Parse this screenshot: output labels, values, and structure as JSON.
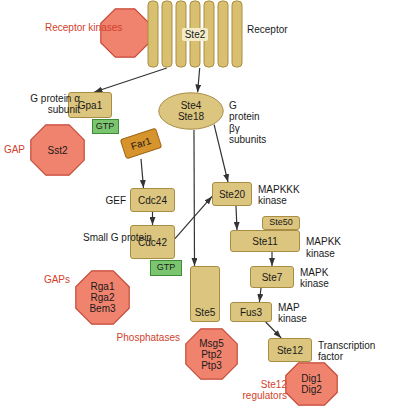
{
  "diagram": {
    "nodes": [
      {
        "text": [
          "Receptor kinases"
        ]
      },
      {
        "text": [
          "Ste2",
          "Receptor"
        ]
      },
      {
        "text": [
          "Gpa1",
          "G protein α subunit"
        ]
      },
      {
        "text": [
          "GTP"
        ]
      },
      {
        "text": [
          "Sst2",
          "GAP"
        ]
      },
      {
        "text": [
          "Ste4 Ste18",
          "G protein βγ subunits"
        ]
      },
      {
        "text": [
          "Far1"
        ]
      },
      {
        "text": [
          "Cdc24",
          "GEF"
        ]
      },
      {
        "text": [
          "Cdc42",
          "Small G protein"
        ]
      },
      {
        "text": [
          "GTP"
        ]
      },
      {
        "text": [
          "Rga1 Rga2 Bem3",
          "GAPs"
        ]
      },
      {
        "text": [
          "Ste20",
          "MAPKKK kinase"
        ]
      },
      {
        "text": [
          "Ste50"
        ]
      },
      {
        "text": [
          "Ste11",
          "MAPKK kinase"
        ]
      },
      {
        "text": [
          "Ste7",
          "MAPK kinase"
        ]
      },
      {
        "text": [
          "Fus3",
          "MAP kinase"
        ]
      },
      {
        "text": [
          "Ste5"
        ]
      },
      {
        "text": [
          "Msg5 Ptp2 Ptp3",
          "Phosphatases"
        ]
      },
      {
        "text": [
          "Ste12",
          "Transcription factor"
        ]
      },
      {
        "text": [
          "Dig1 Dig2",
          "Ste12 regulators"
        ]
      }
    ],
    "edges": [
      {
        "from": 1,
        "to": 2,
        "arrow": "to"
      },
      {
        "from": 1,
        "to": 5,
        "arrow": "to"
      },
      {
        "from": 6,
        "to": 7,
        "arrow": "to"
      },
      {
        "from": 7,
        "to": 8,
        "arrow": "to"
      },
      {
        "from": 8,
        "to": 11,
        "arrow": "to"
      },
      {
        "from": 5,
        "to": 11,
        "arrow": "to"
      },
      {
        "from": 5,
        "to": 16,
        "arrow": "to"
      },
      {
        "from": 11,
        "to": 13,
        "arrow": "to"
      },
      {
        "from": 13,
        "to": 14,
        "arrow": "to"
      },
      {
        "from": 14,
        "to": 15,
        "arrow": "to"
      },
      {
        "from": 15,
        "to": 18,
        "arrow": "to"
      }
    ]
  }
}
